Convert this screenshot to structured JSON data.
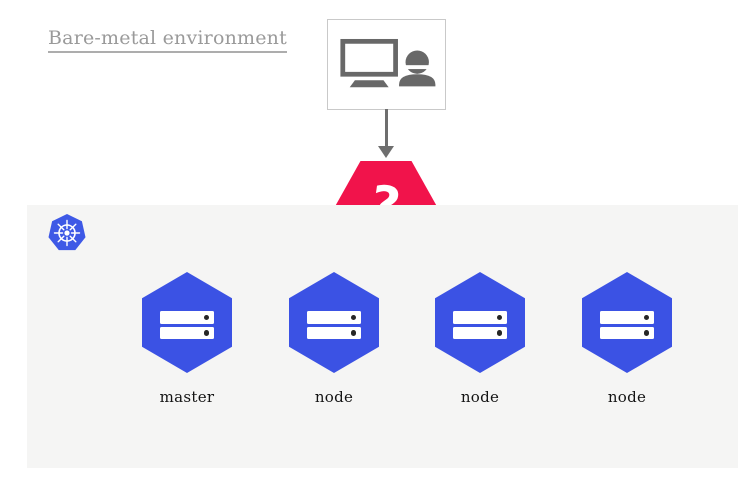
{
  "diagram": {
    "title": "Bare-metal environment",
    "question_badge": {
      "symbol": "?"
    },
    "cluster": {
      "platform": "kubernetes",
      "nodes": [
        {
          "label": "master"
        },
        {
          "label": "node"
        },
        {
          "label": "node"
        },
        {
          "label": "node"
        }
      ]
    },
    "icons": {
      "workstation": "monitor-and-user-icon",
      "arrow": "down-arrow-icon",
      "kubernetes": "kubernetes-helm-logo-icon",
      "server": "server-stack-icon"
    },
    "colors": {
      "node_blue": "#3b52e4",
      "kubernetes_blue": "#3e59e6",
      "question_red": "#f1134b",
      "panel_background": "#f5f5f4",
      "title_gray": "#9a9a9a",
      "icon_gray": "#686868",
      "box_border": "#c9c9c9"
    }
  }
}
